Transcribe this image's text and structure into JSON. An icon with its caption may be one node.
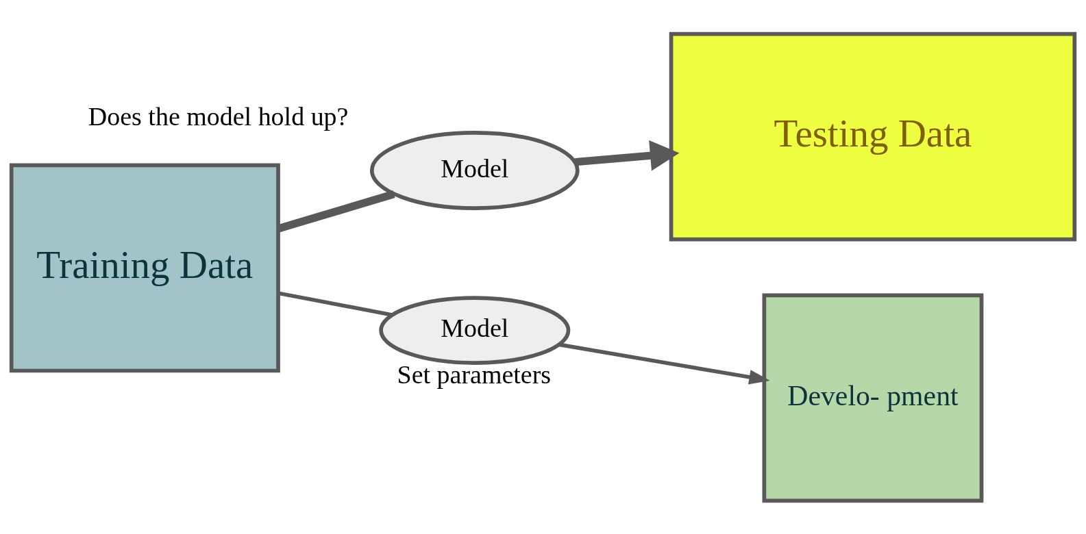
{
  "diagram": {
    "nodes": [
      {
        "text": [
          "Training Data"
        ]
      },
      {
        "text": [
          "Develo- pment"
        ]
      },
      {
        "text": [
          "Testing Data"
        ]
      },
      {
        "text": [
          "Model"
        ],
        "beside": [
          "Does the model hold up?"
        ]
      },
      {
        "text": [
          "Model"
        ],
        "beside": [
          "Set parameters"
        ]
      }
    ],
    "edges": [
      {
        "from": 0,
        "to": 3,
        "arrow": "none",
        "style": "thick"
      },
      {
        "from": 3,
        "to": 2,
        "arrow": "to",
        "style": "thick"
      },
      {
        "from": 0,
        "to": 4,
        "arrow": "none"
      },
      {
        "from": 4,
        "to": 1,
        "arrow": "to"
      }
    ]
  }
}
